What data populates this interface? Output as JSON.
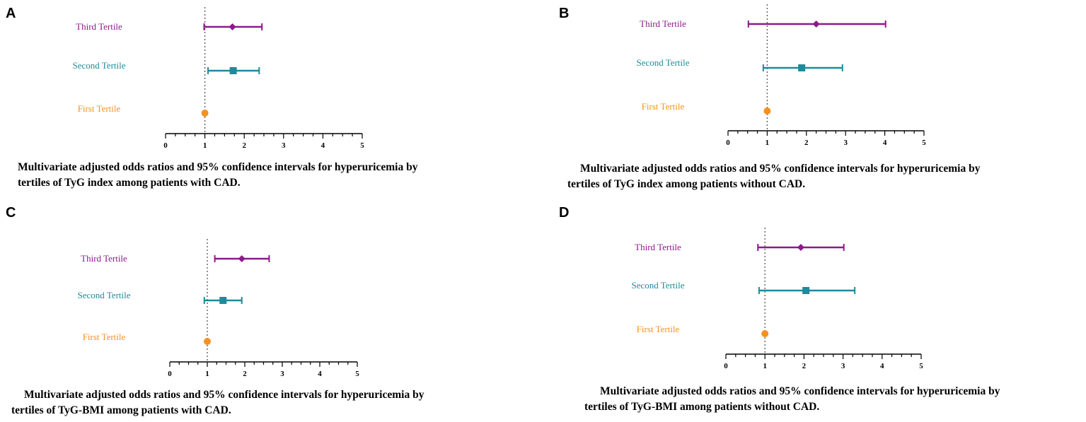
{
  "colors": {
    "third": "#8b1a8b",
    "second": "#1f8a9b",
    "first": "#f5921e",
    "axis": "#000000"
  },
  "chart_data": [
    {
      "panel": "A",
      "type": "forest",
      "categories": [
        "Third Tertile",
        "Second Tertile",
        "First Tertile"
      ],
      "estimates": [
        1.7,
        1.72,
        1.0
      ],
      "ci_low": [
        0.98,
        1.08,
        1.0
      ],
      "ci_high": [
        2.45,
        2.38,
        1.0
      ],
      "markers": [
        "diamond",
        "square",
        "circle"
      ],
      "xlim": [
        0,
        5
      ],
      "ticks": [
        "0",
        "1",
        "2",
        "3",
        "4",
        "5"
      ],
      "reference": 1,
      "caption_line1": "Multivariate adjusted odds ratios and 95% confidence intervals for hyperuricemia by",
      "caption_line2": "tertiles of TyG index among patients with CAD."
    },
    {
      "panel": "B",
      "type": "forest",
      "categories": [
        "Third Tertile",
        "Second Tertile",
        "First Tertile"
      ],
      "estimates": [
        2.25,
        1.88,
        1.0
      ],
      "ci_low": [
        0.52,
        0.9,
        1.0
      ],
      "ci_high": [
        4.02,
        2.92,
        1.0
      ],
      "markers": [
        "diamond",
        "square",
        "circle"
      ],
      "xlim": [
        0,
        5
      ],
      "ticks": [
        "0",
        "1",
        "2",
        "3",
        "4",
        "5"
      ],
      "reference": 1,
      "caption_line1": "Multivariate adjusted odds ratios and 95% confidence intervals for hyperuricemia by",
      "caption_line2": "tertiles of TyG index among patients without CAD."
    },
    {
      "panel": "C",
      "type": "forest",
      "categories": [
        "Third Tertile",
        "Second Tertile",
        "First Tertile"
      ],
      "estimates": [
        1.92,
        1.42,
        1.0
      ],
      "ci_low": [
        1.2,
        0.92,
        1.0
      ],
      "ci_high": [
        2.65,
        1.92,
        1.0
      ],
      "markers": [
        "diamond",
        "square",
        "circle"
      ],
      "xlim": [
        0,
        5
      ],
      "ticks": [
        "0",
        "1",
        "2",
        "3",
        "4",
        "5"
      ],
      "reference": 1,
      "caption_line1": "Multivariate adjusted odds ratios and 95% confidence intervals for hyperuricemia by",
      "caption_line2": "tertiles of TyG-BMI among patients with CAD."
    },
    {
      "panel": "D",
      "type": "forest",
      "categories": [
        "Third Tertile",
        "Second Tertile",
        "First Tertile"
      ],
      "estimates": [
        1.92,
        2.05,
        1.0
      ],
      "ci_low": [
        0.82,
        0.85,
        1.0
      ],
      "ci_high": [
        3.02,
        3.3,
        1.0
      ],
      "markers": [
        "diamond",
        "square",
        "circle"
      ],
      "xlim": [
        0,
        5
      ],
      "ticks": [
        "0",
        "1",
        "2",
        "3",
        "4",
        "5"
      ],
      "reference": 1,
      "caption_line1": "Multivariate adjusted odds ratios and 95% confidence intervals for hyperuricemia by",
      "caption_line2": "tertiles of TyG-BMI among patients without CAD."
    }
  ]
}
